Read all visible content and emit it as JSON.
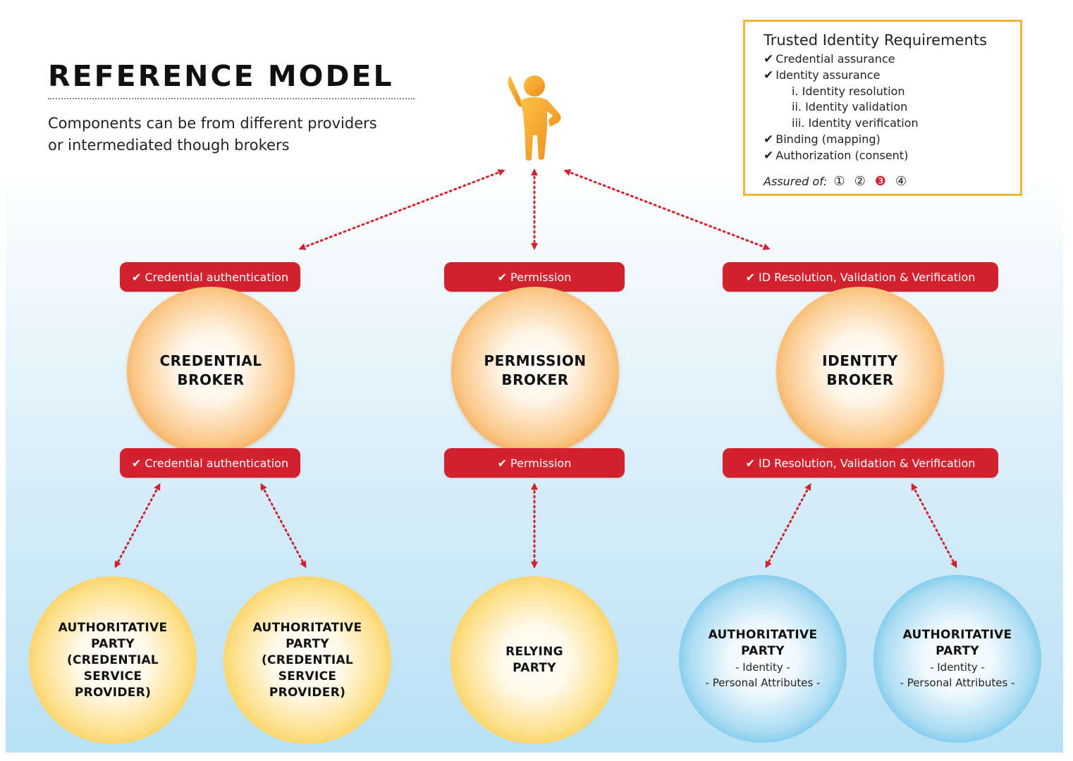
{
  "title": "REFERENCE MODEL",
  "subtitle": {
    "line1": "Components can be from different providers",
    "line2": "or intermediated though brokers"
  },
  "requirements": {
    "title": "Trusted Identity Requirements",
    "check": "✔",
    "item1": "Credential assurance",
    "item2": "Identity assurance",
    "sub1": "i. Identity resolution",
    "sub2": "ii. Identity validation",
    "sub3": "iii. Identity verification",
    "item3": "Binding (mapping)",
    "item4": "Authorization (consent)",
    "assured_label": "Assured of:",
    "levels": [
      "①",
      "②",
      "❸",
      "④"
    ],
    "active_level": 3
  },
  "pills": {
    "credential": "Credential authentication",
    "permission": "Permission",
    "identity": "ID Resolution, Validation & Verification",
    "check": "✔"
  },
  "brokers": {
    "credential": {
      "line1": "CREDENTIAL",
      "line2": "BROKER"
    },
    "permission": {
      "line1": "PERMISSION",
      "line2": "BROKER"
    },
    "identity": {
      "line1": "IDENTITY",
      "line2": "BROKER"
    }
  },
  "parties": {
    "csp": {
      "line1": "AUTHORITATIVE",
      "line2": "PARTY",
      "line3": "(CREDENTIAL",
      "line4": "SERVICE",
      "line5": "PROVIDER)"
    },
    "relying": {
      "line1": "RELYING",
      "line2": "PARTY"
    },
    "auth": {
      "line1": "AUTHORITATIVE",
      "line2": "PARTY",
      "sub1": "- Identity -",
      "sub2": "- Personal Attributes -"
    }
  },
  "colors": {
    "accent_red": "#d3222f",
    "box_border": "#f4b533",
    "person": "#f4a41e"
  },
  "icons": {
    "person": "user-waving-icon",
    "arrows": "bidirectional-dotted-arrow"
  }
}
